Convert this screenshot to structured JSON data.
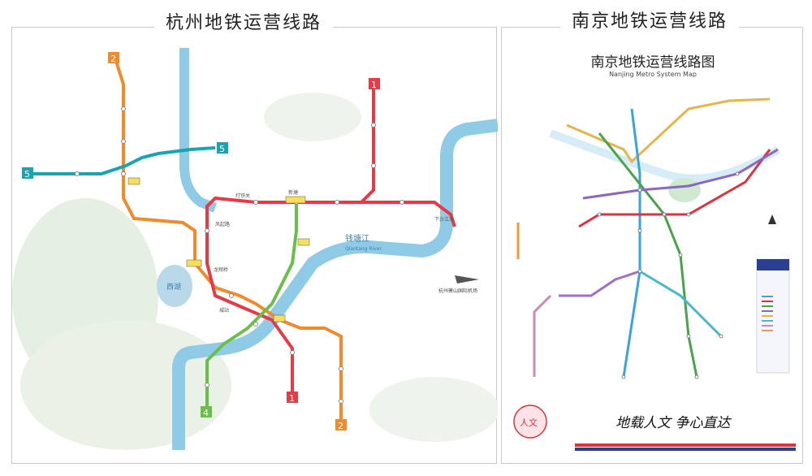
{
  "hangzhou": {
    "panel_title": "杭州地铁运营线路",
    "line_badges": [
      "2",
      "1",
      "5",
      "5",
      "4",
      "2",
      "1"
    ],
    "river_label": "钱塘江",
    "river_label_en": "Qiantang River",
    "airport_label": "杭州萧山国际机场",
    "lake_label": "西湖",
    "stations": [
      "下沙江滨",
      "新塘",
      "龙翔桥",
      "凤起路",
      "打铁关",
      "城站"
    ],
    "line_colors": {
      "line1": "#e63b46",
      "line2": "#f08a2b",
      "line4": "#6abf4b",
      "line5": "#1aa3b0",
      "river": "#8fcbe6"
    }
  },
  "nanjing": {
    "panel_title": "南京地铁运营线路",
    "map_title": "南京地铁运营线路图",
    "map_title_en": "Nanjing Metro System Map",
    "slogan": "地载人文 争心直达",
    "logo_text": "人文",
    "line_colors": {
      "line1": "#3aa3dd",
      "line2": "#d9343f",
      "line3": "#4aa34a",
      "line4": "#8b66c2",
      "line10": "#e6b54a",
      "s1": "#49b9c9",
      "s3": "#c98ab5",
      "s8": "#f39a3c"
    }
  }
}
